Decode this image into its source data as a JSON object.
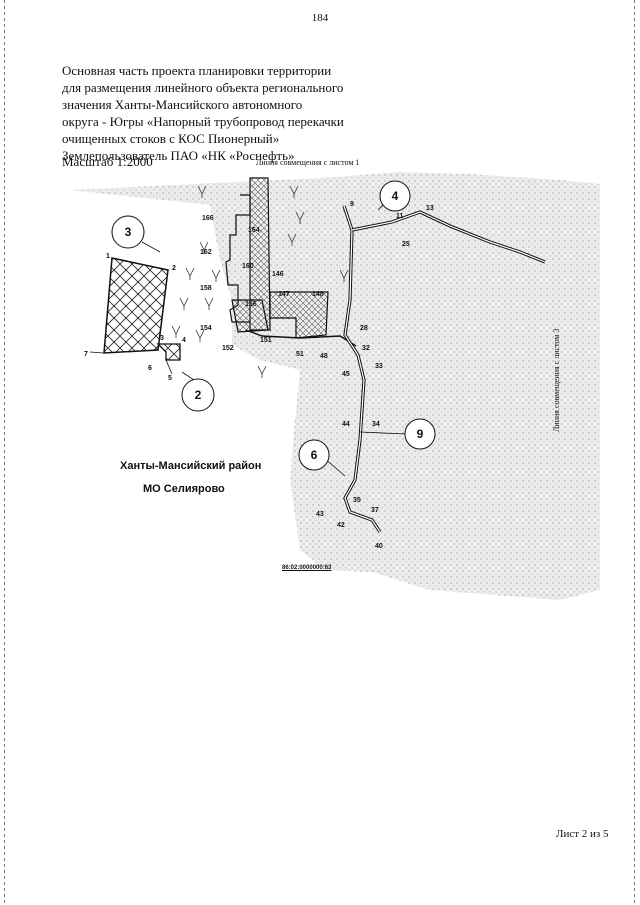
{
  "page_number": "184",
  "title_lines": [
    "Основная часть проекта планировки территории",
    "для размещения линейного объекта регионального",
    "значения Ханты-Мансийского автономного",
    "округа - Югры «Напорный трубопровод перекачки",
    "очищенных стоков с КОС Пионерный»",
    "Землепользователь ПАО «НК «Роснефть»"
  ],
  "scale": "Масштаб 1:2000",
  "join_line_top": "Линия совмещения с листом 1",
  "join_line_right": "Линия совмещения с листом 3",
  "region_labels": [
    "Ханты-Мансийский район",
    "МО Селиярово"
  ],
  "cadastral_number": "86:02:0000000:63",
  "sheet_label": "Лист 2 из 5",
  "zone_circles": [
    "3",
    "2",
    "4",
    "6",
    "9"
  ],
  "point_labels": {
    "p1": "1",
    "p2": "2",
    "p3": "3",
    "p4": "4",
    "p5": "5",
    "p6": "6",
    "p7": "7",
    "p9": "9",
    "p11": "11",
    "p13": "13",
    "p25": "25",
    "p28": "28",
    "p32": "32",
    "p33": "33",
    "p34": "34",
    "p35": "35",
    "p37": "37",
    "p40": "40",
    "p42": "42",
    "p43": "43",
    "p44": "44",
    "p45": "45",
    "p48": "48",
    "p51": "51",
    "p146": "146",
    "p147": "147",
    "p148": "148",
    "p151": "151",
    "p152": "152",
    "p154": "154",
    "p156": "156",
    "p158": "158",
    "p160": "160",
    "p162": "162",
    "p164": "164",
    "p166": "166"
  },
  "colors": {
    "ink": "#111111",
    "shade": "#e6e6e6"
  }
}
